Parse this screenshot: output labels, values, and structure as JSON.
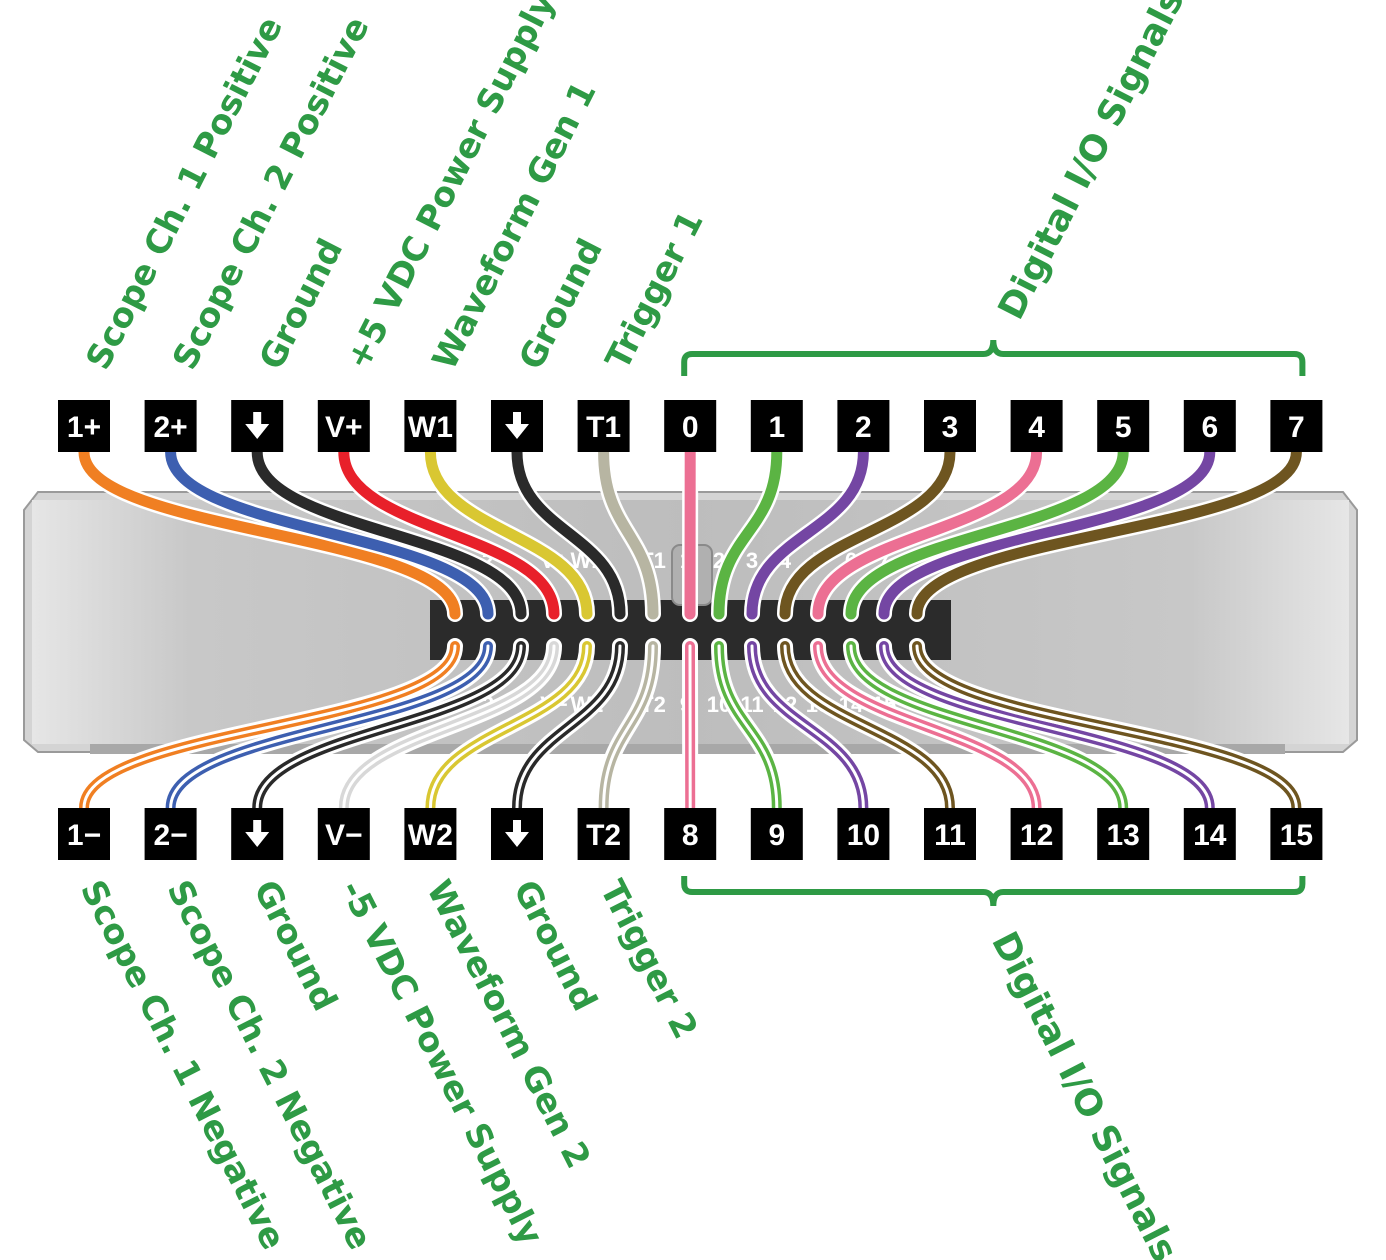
{
  "colors": {
    "label_green": "#2e9a45",
    "pin_box": "#000000",
    "connector": "#2b2b2b",
    "device_body": "#c4c4c4"
  },
  "top_pins": [
    {
      "label": "1+",
      "signal": "Scope Ch. 1 Positive",
      "wire": "#f07f22",
      "icon": ""
    },
    {
      "label": "2+",
      "signal": "Scope Ch. 2 Positive",
      "wire": "#3d5fb0",
      "icon": ""
    },
    {
      "label": "",
      "signal": "Ground",
      "wire": "#2a2a2a",
      "icon": "ground-arrow-icon"
    },
    {
      "label": "V+",
      "signal": "+5 VDC Power Supply",
      "wire": "#e8202a",
      "icon": ""
    },
    {
      "label": "W1",
      "signal": "Waveform Gen 1",
      "wire": "#d9c732",
      "icon": ""
    },
    {
      "label": "",
      "signal": "Ground",
      "wire": "#2a2a2a",
      "icon": "ground-arrow-icon"
    },
    {
      "label": "T1",
      "signal": "Trigger 1",
      "wire": "#b7b5a2",
      "icon": ""
    },
    {
      "label": "0",
      "signal": "",
      "wire": "#ec6f93",
      "icon": ""
    },
    {
      "label": "1",
      "signal": "",
      "wire": "#5bb443",
      "icon": ""
    },
    {
      "label": "2",
      "signal": "",
      "wire": "#7446a3",
      "icon": ""
    },
    {
      "label": "3",
      "signal": "",
      "wire": "#6e5520",
      "icon": ""
    },
    {
      "label": "4",
      "signal": "",
      "wire": "#ec6f93",
      "icon": ""
    },
    {
      "label": "5",
      "signal": "",
      "wire": "#5bb443",
      "icon": ""
    },
    {
      "label": "6",
      "signal": "",
      "wire": "#7446a3",
      "icon": ""
    },
    {
      "label": "7",
      "signal": "",
      "wire": "#6e5520",
      "icon": ""
    }
  ],
  "bottom_pins": [
    {
      "label": "1−",
      "signal": "Scope Ch. 1 Negative",
      "wire": "#f07f22",
      "icon": ""
    },
    {
      "label": "2−",
      "signal": "Scope Ch. 2 Negative",
      "wire": "#3d5fb0",
      "icon": ""
    },
    {
      "label": "",
      "signal": "Ground",
      "wire": "#2a2a2a",
      "icon": "ground-arrow-icon"
    },
    {
      "label": "V−",
      "signal": "-5 VDC Power Supply",
      "wire": "#d8d8d8",
      "icon": ""
    },
    {
      "label": "W2",
      "signal": "Waveform Gen 2",
      "wire": "#d9c732",
      "icon": ""
    },
    {
      "label": "",
      "signal": "Ground",
      "wire": "#2a2a2a",
      "icon": "ground-arrow-icon"
    },
    {
      "label": "T2",
      "signal": "Trigger 2",
      "wire": "#b7b5a2",
      "icon": ""
    },
    {
      "label": "8",
      "signal": "",
      "wire": "#ec6f93",
      "icon": ""
    },
    {
      "label": "9",
      "signal": "",
      "wire": "#5bb443",
      "icon": ""
    },
    {
      "label": "10",
      "signal": "",
      "wire": "#7446a3",
      "icon": ""
    },
    {
      "label": "11",
      "signal": "",
      "wire": "#6e5520",
      "icon": ""
    },
    {
      "label": "12",
      "signal": "",
      "wire": "#ec6f93",
      "icon": ""
    },
    {
      "label": "13",
      "signal": "",
      "wire": "#5bb443",
      "icon": ""
    },
    {
      "label": "14",
      "signal": "",
      "wire": "#7446a3",
      "icon": ""
    },
    {
      "label": "15",
      "signal": "",
      "wire": "#6e5520",
      "icon": ""
    }
  ],
  "groups": {
    "top": "Digital I/O Signals",
    "bottom": "Digital I/O Signals"
  },
  "device": {
    "top_labels": [
      "",
      "2",
      "",
      "V+",
      "W1",
      "",
      "T1",
      "1",
      "2",
      "3",
      "4",
      "5",
      "6",
      "7"
    ],
    "bottom_labels": [
      "",
      "2",
      "",
      "V−",
      "W2",
      "",
      "T2",
      "9",
      "10",
      "11",
      "12",
      "13",
      "14",
      "15"
    ]
  }
}
